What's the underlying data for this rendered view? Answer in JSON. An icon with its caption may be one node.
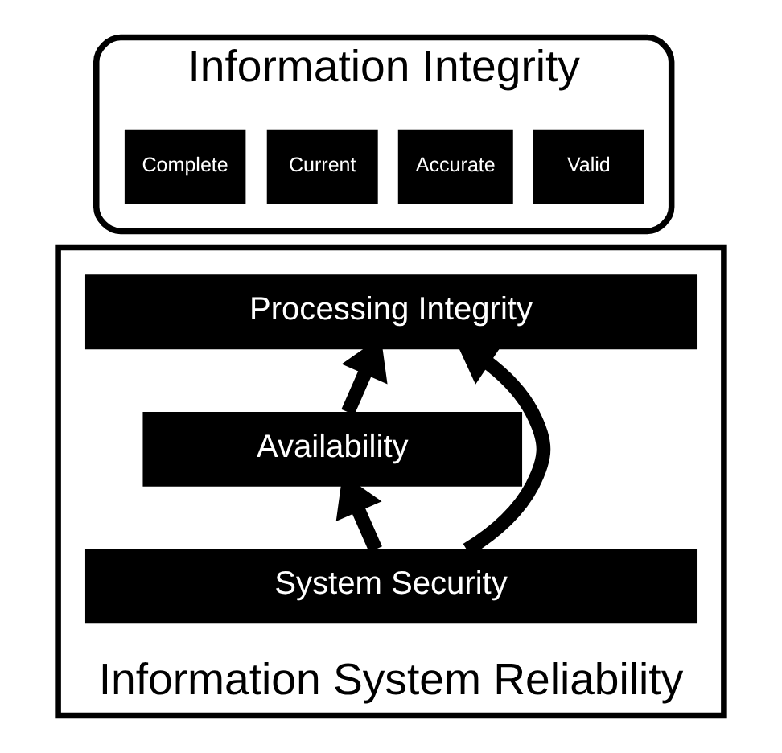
{
  "diagram": {
    "nodes": [
      {
        "text": [
          "Information Integrity"
        ]
      },
      {
        "text": [
          "Complete"
        ],
        "in": 0
      },
      {
        "text": [
          "Current"
        ],
        "in": 0
      },
      {
        "text": [
          "Accurate"
        ],
        "in": 0
      },
      {
        "text": [
          "Valid"
        ],
        "in": 0
      },
      {
        "text": [
          "Information System Reliability"
        ]
      },
      {
        "text": [
          "Processing Integrity"
        ],
        "in": 5
      },
      {
        "text": [
          "Availability"
        ],
        "in": 5
      },
      {
        "text": [
          "System Security"
        ],
        "in": 5
      }
    ],
    "edges": [
      {
        "from": 7,
        "to": 6,
        "arrow": "to"
      },
      {
        "from": 8,
        "to": 7,
        "arrow": "to"
      },
      {
        "from": 8,
        "to": 6,
        "arrow": "to"
      }
    ]
  }
}
